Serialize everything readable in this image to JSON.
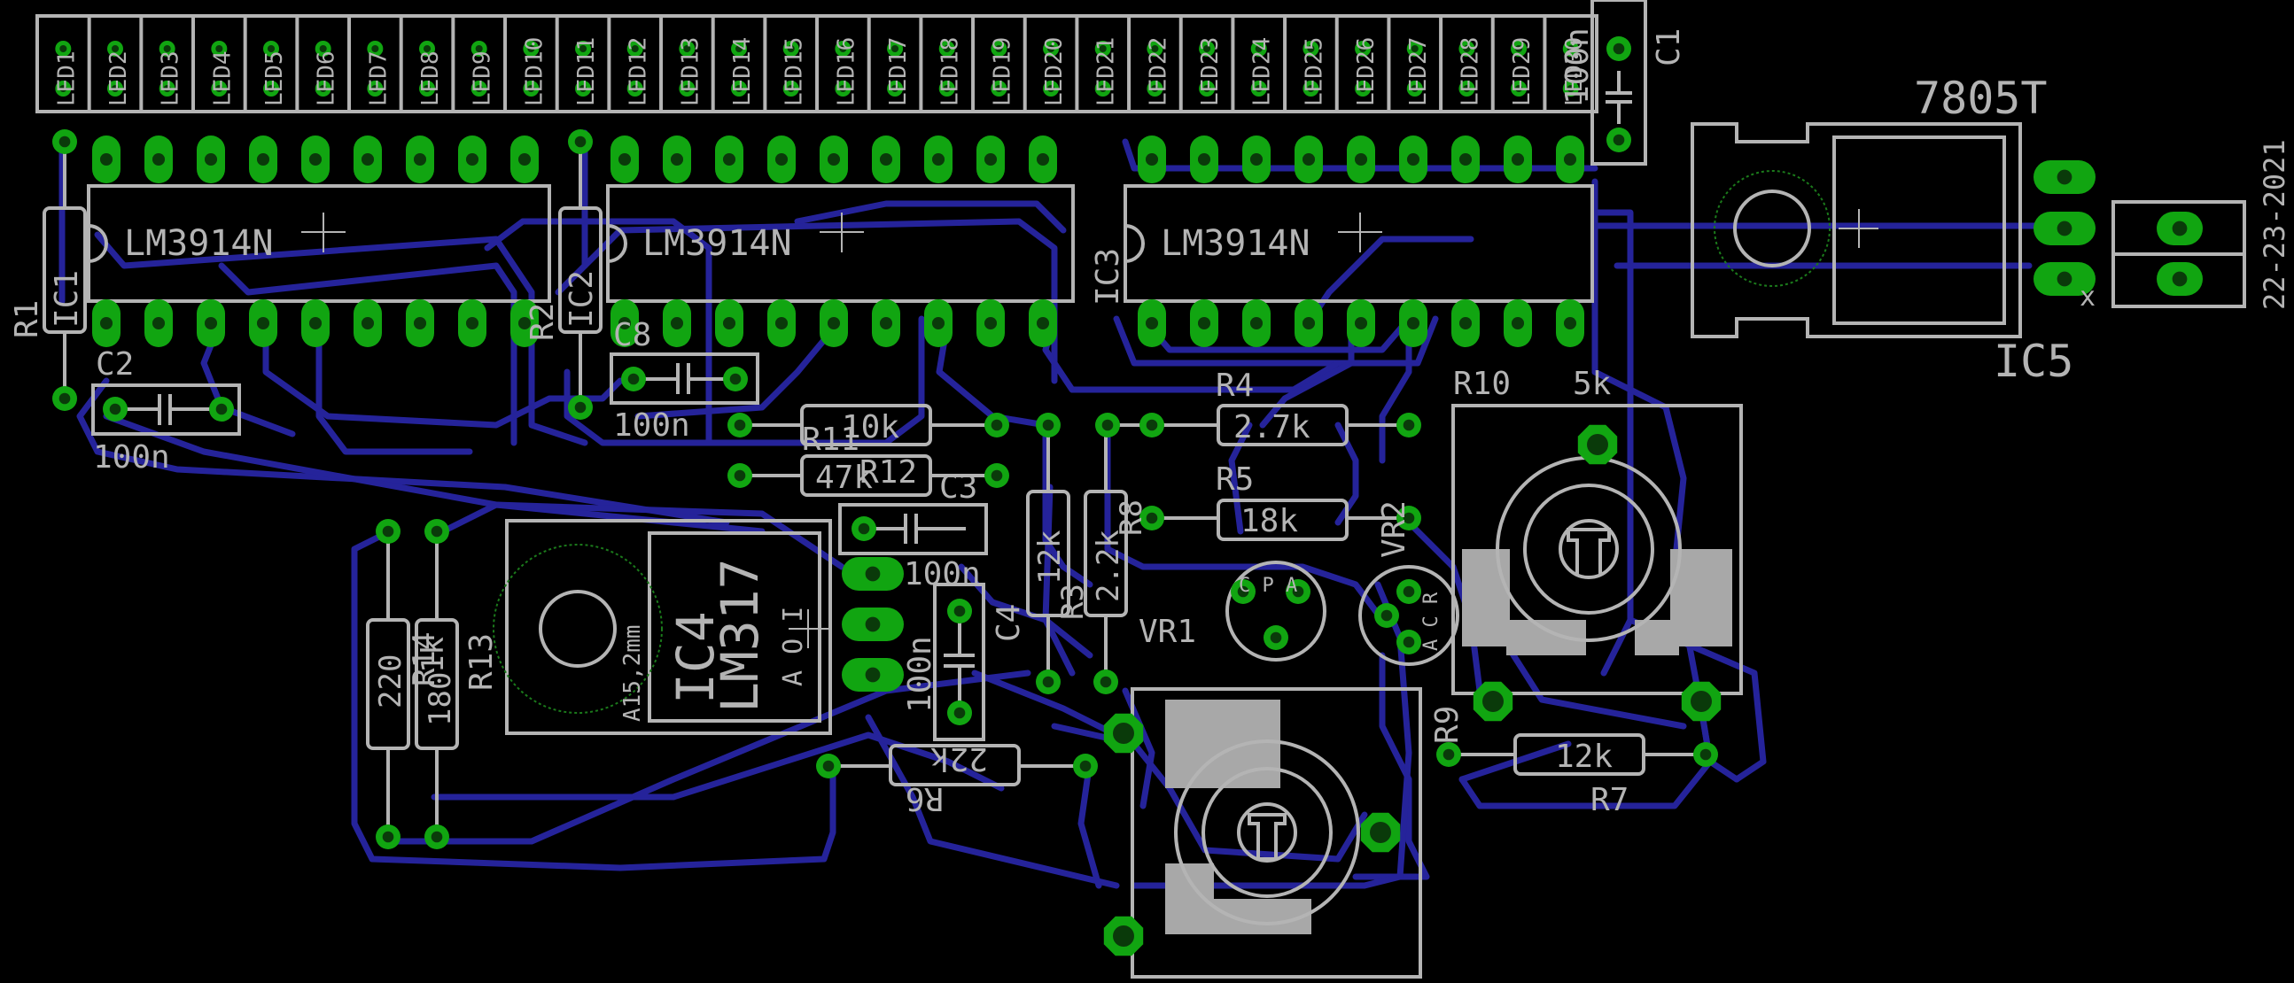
{
  "colors": {
    "background": "#000000",
    "trace": "#25239a",
    "silkscreen": "#b4b4b4",
    "pad": "#11a511",
    "pad_hole": "#0a3a0a",
    "pour": "#a8a8a8"
  },
  "leds": [
    "LED1",
    "LED2",
    "LED3",
    "LED4",
    "LED5",
    "LED6",
    "LED7",
    "LED8",
    "LED9",
    "LED10",
    "LED11",
    "LED12",
    "LED13",
    "LED14",
    "LED15",
    "LED16",
    "LED17",
    "LED18",
    "LED19",
    "LED20",
    "LED21",
    "LED22",
    "LED23",
    "LED24",
    "LED25",
    "LED26",
    "LED27",
    "LED28",
    "LED29",
    "LED30"
  ],
  "ics": {
    "ic1": {
      "ref": "IC1",
      "part": "LM3914N"
    },
    "ic2": {
      "ref": "IC2",
      "part": "LM3914N"
    },
    "ic3": {
      "ref": "IC3",
      "part": "LM3914N"
    },
    "ic4": {
      "ref": "IC4",
      "part": "LM317",
      "pins": "A O I",
      "note": "A15,2mm"
    },
    "ic5": {
      "ref": "IC5",
      "part": "7805T"
    }
  },
  "resistors": {
    "r1": {
      "ref": "R1"
    },
    "r2": {
      "ref": "R2"
    },
    "r3": {
      "ref": "R3",
      "value": "12k"
    },
    "r4": {
      "ref": "R4",
      "value": "2.7k"
    },
    "r5": {
      "ref": "R5",
      "value": "18k"
    },
    "r6": {
      "ref": "R6",
      "value": "22k"
    },
    "r7": {
      "ref": "R7",
      "value": "12k"
    },
    "r8": {
      "ref": "R8",
      "value": "2.2k"
    },
    "r9": {
      "ref": "R9"
    },
    "r10": {
      "ref": "R10",
      "value": "5k"
    },
    "r11": {
      "ref": "R11",
      "value": "10k"
    },
    "r12": {
      "ref": "R12",
      "value": "47k"
    },
    "r13": {
      "ref": "R13",
      "value": "220"
    },
    "r14": {
      "ref": "R14",
      "value": "1k"
    },
    "r15": {
      "value": "180"
    }
  },
  "capacitors": {
    "c1": {
      "ref": "C1",
      "value": "100n"
    },
    "c2": {
      "ref": "C2",
      "value": "100n"
    },
    "c3": {
      "ref": "C3",
      "value": "100n"
    },
    "c4": {
      "ref": "C4",
      "value": "100n"
    },
    "c8": {
      "ref": "C8",
      "value": "100n"
    }
  },
  "trimmers": {
    "vr1": {
      "ref": "VR1",
      "pins": "C P A"
    },
    "vr2": {
      "ref": "VR2",
      "pins": "A C R"
    }
  },
  "connector": {
    "pin_mark": "x"
  },
  "date": "22-23-2021"
}
